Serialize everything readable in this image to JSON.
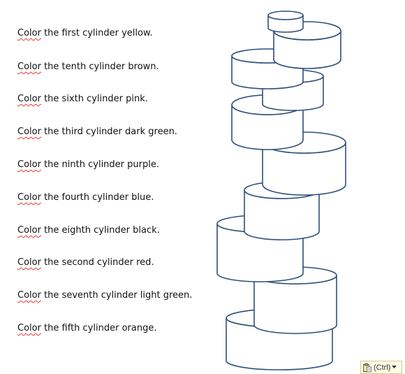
{
  "instructions": [
    {
      "lead": "Color",
      "rest": " the first cylinder yellow."
    },
    {
      "lead": "Color",
      "rest": " the tenth cylinder brown."
    },
    {
      "lead": "Color",
      "rest": " the sixth cylinder pink."
    },
    {
      "lead": "Color",
      "rest": " the third cylinder dark green."
    },
    {
      "lead": "Color",
      "rest": " the ninth cylinder purple."
    },
    {
      "lead": "Color",
      "rest": " the fourth cylinder blue."
    },
    {
      "lead": "Color",
      "rest": " the eighth cylinder black."
    },
    {
      "lead": "Color",
      "rest": " the second cylinder red."
    },
    {
      "lead": "Color",
      "rest": " the seventh cylinder light green."
    },
    {
      "lead": "Color",
      "rest": " the fifth cylinder orange."
    }
  ],
  "paste_options": {
    "label": "(Ctrl)",
    "icon": "clipboard-icon",
    "arrow_icon": "dropdown-arrow-icon"
  },
  "colors": {
    "outline": "#2f4f7a",
    "text": "#111111",
    "spell_underline": "#e53935"
  }
}
